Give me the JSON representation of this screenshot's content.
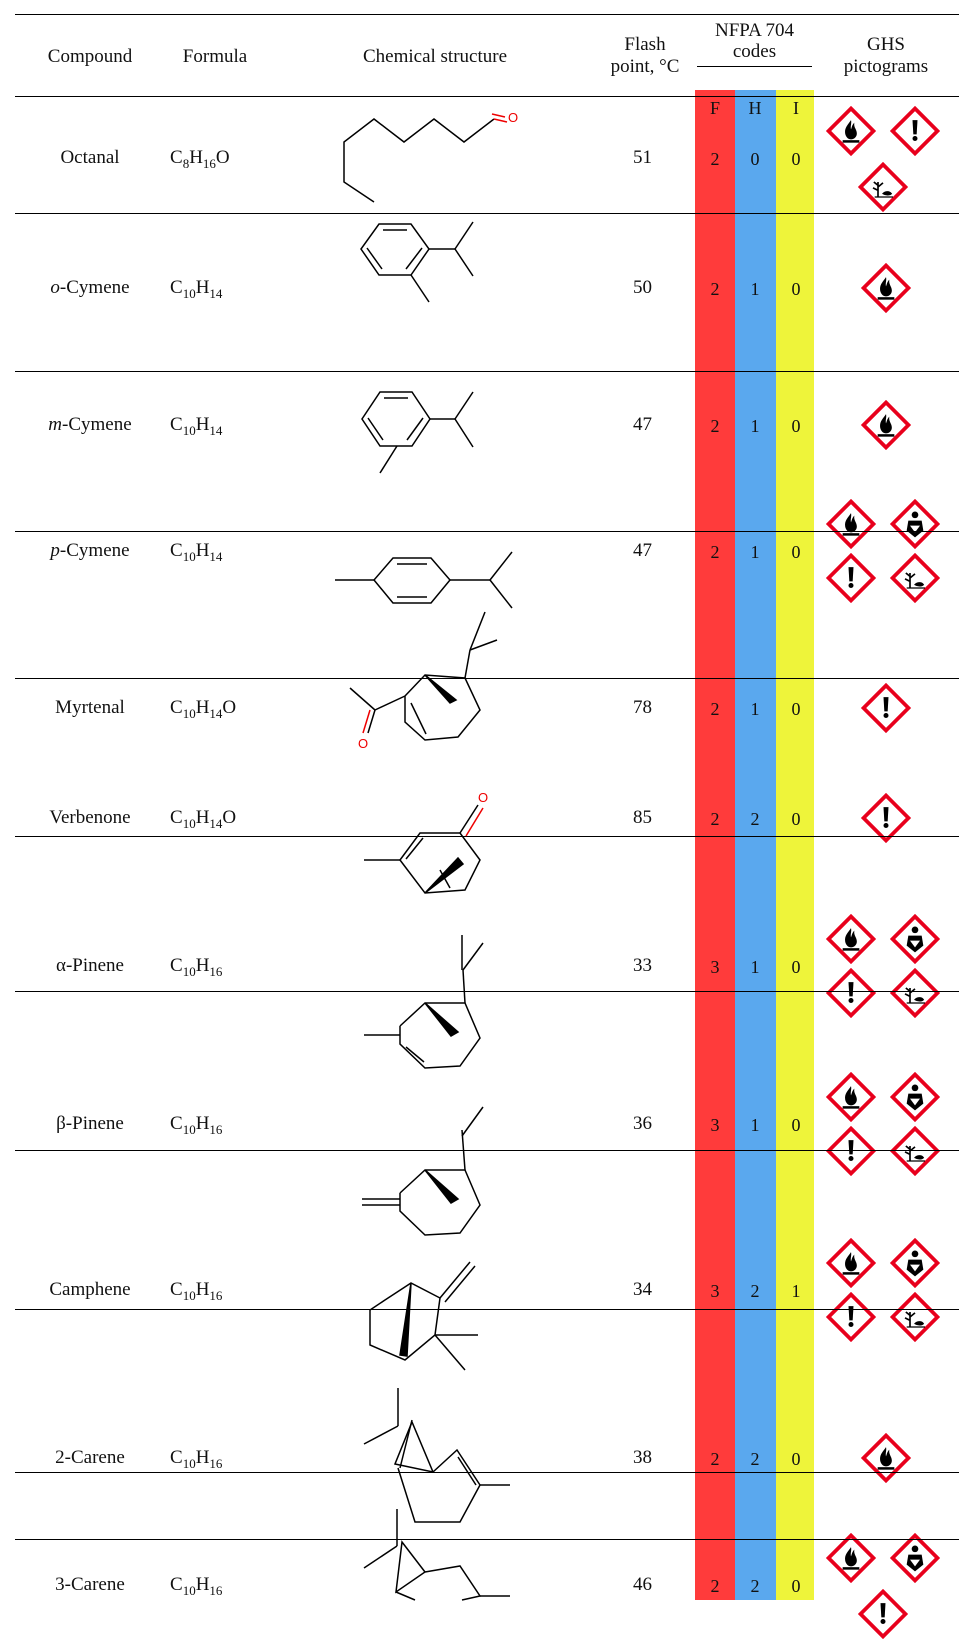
{
  "headers": {
    "compound": "Compound",
    "formula": "Formula",
    "structure": "Chemical structure",
    "flash_line1": "Flash",
    "flash_line2": "point, °C",
    "nfpa_line1": "NFPA 704",
    "nfpa_line2": "codes",
    "nfpa_f": "F",
    "nfpa_h": "H",
    "nfpa_i": "I",
    "ghs_line1": "GHS",
    "ghs_line2": "pictograms"
  },
  "colors": {
    "flammability": "#ff3b3b",
    "health": "#5aa8ee",
    "instability": "#eef43a",
    "ghs_border": "#e8001c"
  },
  "rows": [
    {
      "prefix": "",
      "name": "Octanal",
      "f_parts": [
        "C",
        "8",
        "H",
        "16",
        "O",
        ""
      ],
      "flash": "51",
      "F": "2",
      "H": "0",
      "I": "0",
      "ghs": [
        "flame-icon",
        "exclamation-icon",
        "environment-icon"
      ]
    },
    {
      "prefix": "o",
      "name": "-Cymene",
      "f_parts": [
        "C",
        "10",
        "H",
        "14",
        "",
        ""
      ],
      "flash": "50",
      "F": "2",
      "H": "1",
      "I": "0",
      "ghs": [
        "flame-icon"
      ]
    },
    {
      "prefix": "m",
      "name": "-Cymene",
      "f_parts": [
        "C",
        "10",
        "H",
        "14",
        "",
        ""
      ],
      "flash": "47",
      "F": "2",
      "H": "1",
      "I": "0",
      "ghs": [
        "flame-icon"
      ]
    },
    {
      "prefix": "p",
      "name": "-Cymene",
      "f_parts": [
        "C",
        "10",
        "H",
        "14",
        "",
        ""
      ],
      "flash": "47",
      "F": "2",
      "H": "1",
      "I": "0",
      "ghs": [
        "flame-icon",
        "health-hazard-icon",
        "exclamation-icon",
        "environment-icon"
      ]
    },
    {
      "prefix": "",
      "name": "Myrtenal",
      "f_parts": [
        "C",
        "10",
        "H",
        "14",
        "O",
        ""
      ],
      "flash": "78",
      "F": "2",
      "H": "1",
      "I": "0",
      "ghs": [
        "exclamation-icon"
      ]
    },
    {
      "prefix": "",
      "name": "Verbenone",
      "f_parts": [
        "C",
        "10",
        "H",
        "14",
        "O",
        ""
      ],
      "flash": "85",
      "F": "2",
      "H": "2",
      "I": "0",
      "ghs": [
        "exclamation-icon"
      ]
    },
    {
      "prefix": "",
      "name": "α-Pinene",
      "f_parts": [
        "C",
        "10",
        "H",
        "16",
        "",
        ""
      ],
      "flash": "33",
      "F": "3",
      "H": "1",
      "I": "0",
      "ghs": [
        "flame-icon",
        "health-hazard-icon",
        "exclamation-icon",
        "environment-icon"
      ]
    },
    {
      "prefix": "",
      "name": "β-Pinene",
      "f_parts": [
        "C",
        "10",
        "H",
        "16",
        "",
        ""
      ],
      "flash": "36",
      "F": "3",
      "H": "1",
      "I": "0",
      "ghs": [
        "flame-icon",
        "health-hazard-icon",
        "exclamation-icon",
        "environment-icon"
      ]
    },
    {
      "prefix": "",
      "name": "Camphene",
      "f_parts": [
        "C",
        "10",
        "H",
        "16",
        "",
        ""
      ],
      "flash": "34",
      "F": "3",
      "H": "2",
      "I": "1",
      "ghs": [
        "flame-icon",
        "health-hazard-icon",
        "exclamation-icon",
        "environment-icon"
      ]
    },
    {
      "prefix": "",
      "name": "2-Carene",
      "f_parts": [
        "C",
        "10",
        "H",
        "16",
        "",
        ""
      ],
      "flash": "38",
      "F": "2",
      "H": "2",
      "I": "0",
      "ghs": [
        "flame-icon"
      ]
    },
    {
      "prefix": "",
      "name": "3-Carene",
      "f_parts": [
        "C",
        "10",
        "H",
        "16",
        "",
        ""
      ],
      "flash": "46",
      "F": "2",
      "H": "2",
      "I": "0",
      "ghs": [
        "flame-icon",
        "health-hazard-icon",
        "exclamation-icon"
      ]
    }
  ],
  "atom_label": "O"
}
